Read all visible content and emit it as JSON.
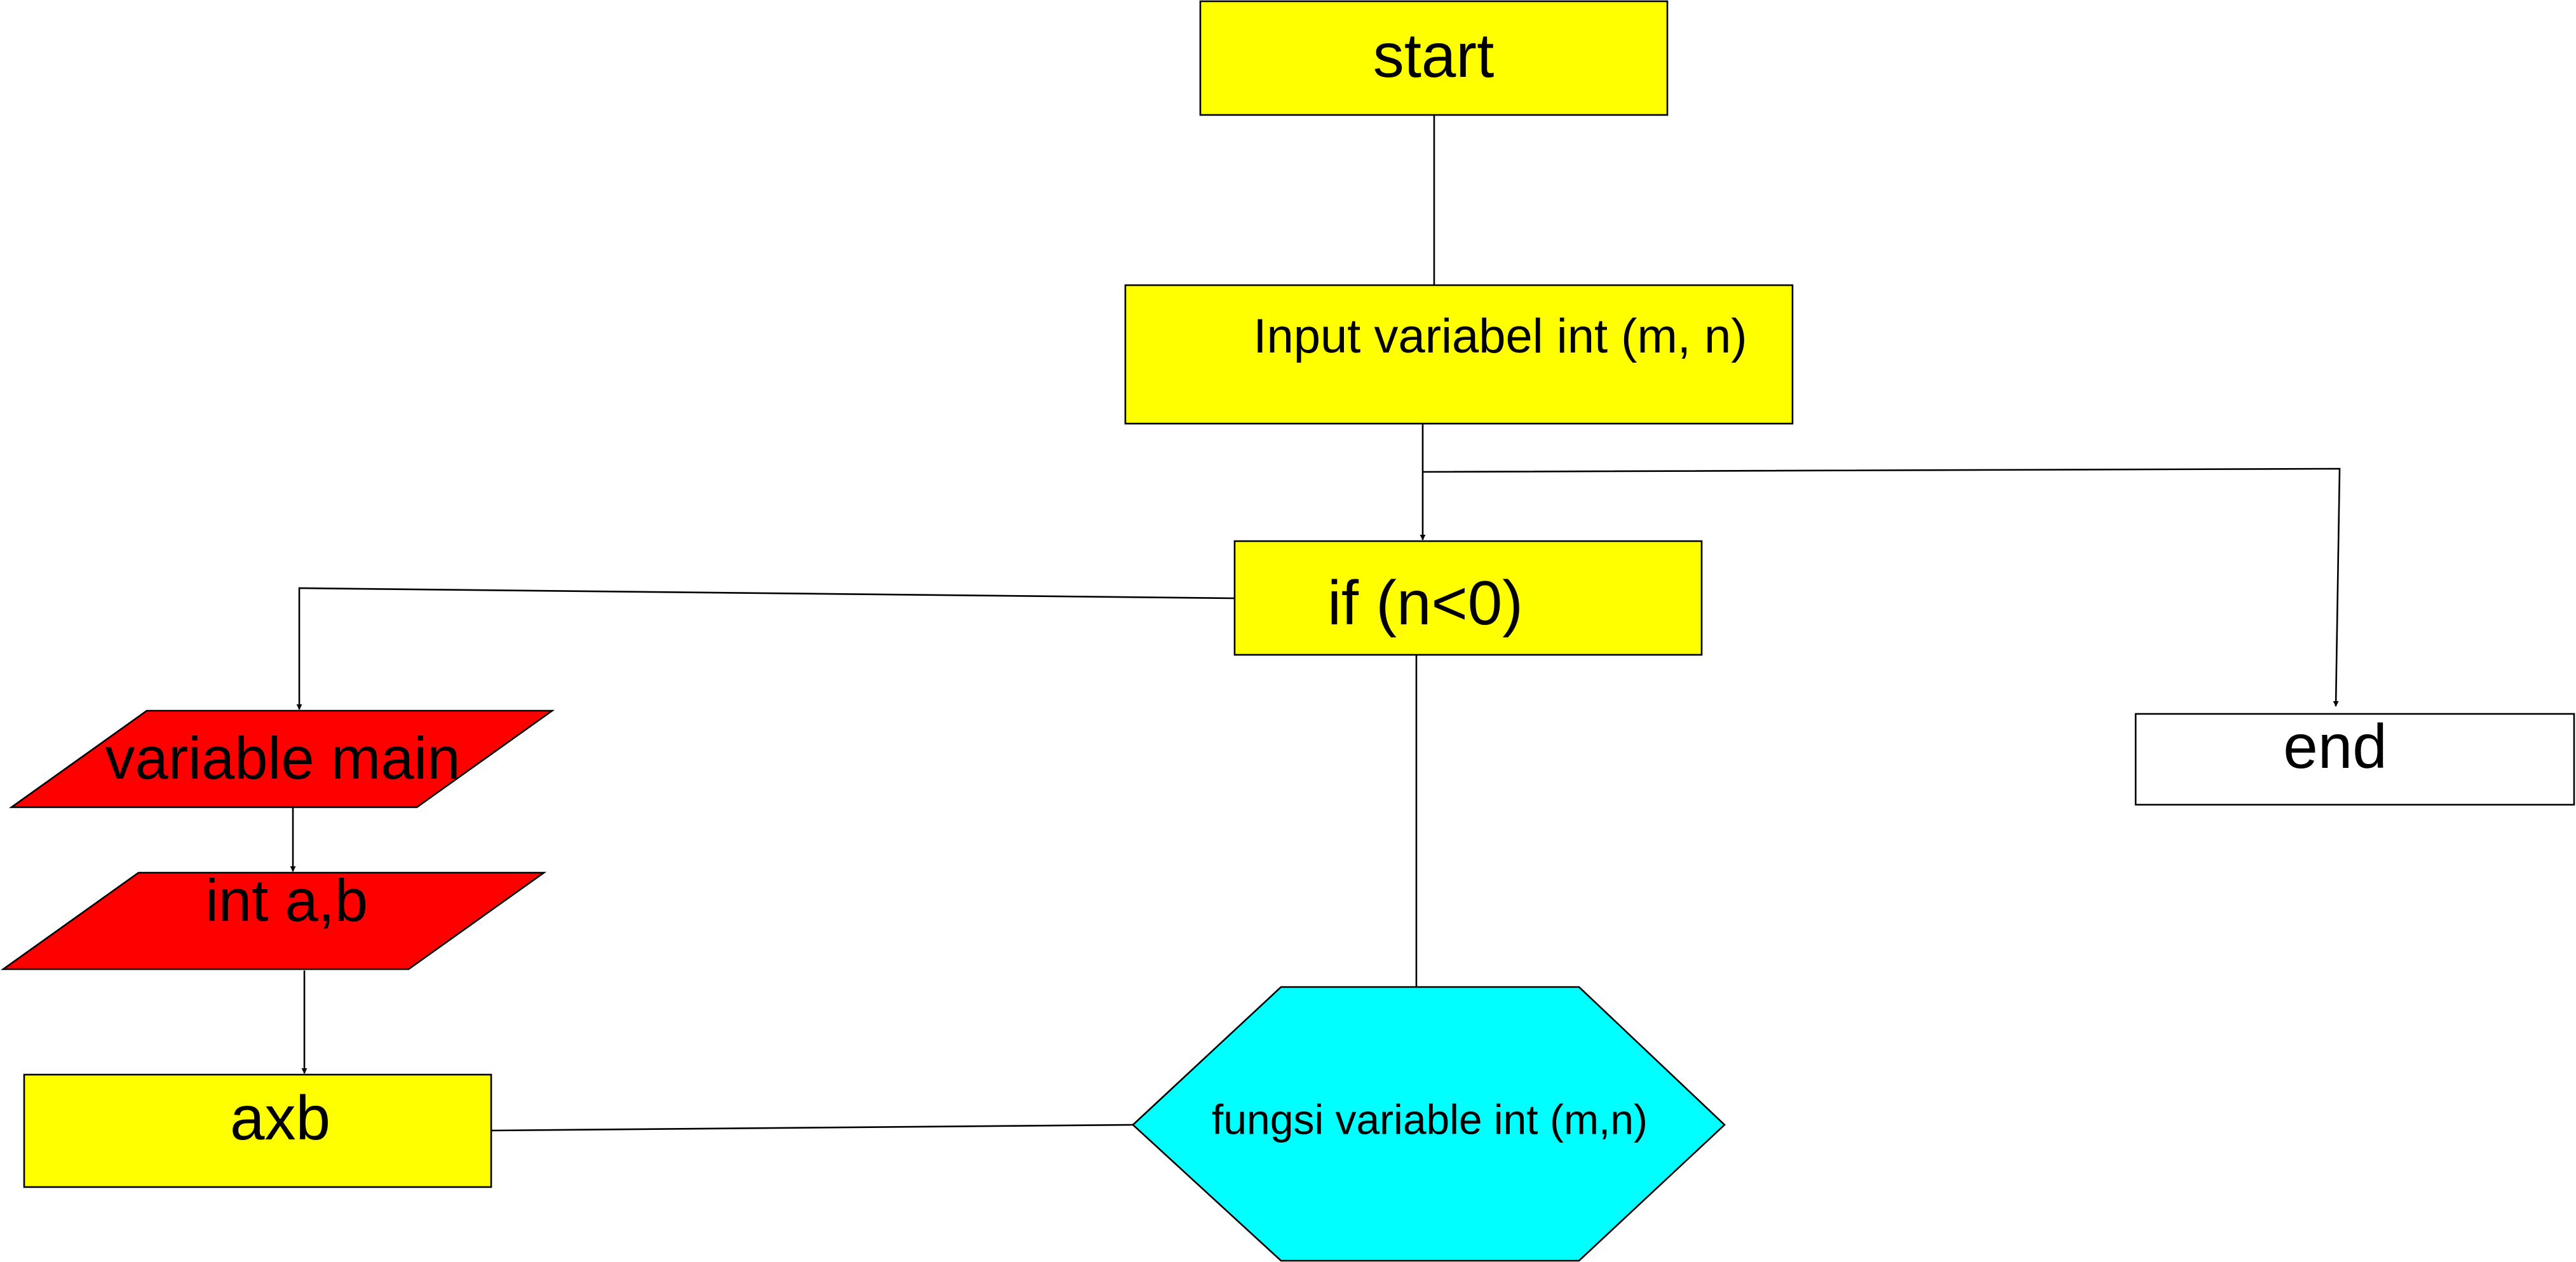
{
  "diagram": {
    "nodes": {
      "start": {
        "label": "start",
        "fill": "#ffff00",
        "text_color": "#000000"
      },
      "input": {
        "label": "Input variabel int (m, n)",
        "fill": "#ffff00",
        "text_color": "#00ffff"
      },
      "condition": {
        "label": "if (n<0)",
        "fill": "#ffff00",
        "text_color": "#000000"
      },
      "end": {
        "label": "end",
        "fill": "#ffffff",
        "text_color": "#000000"
      },
      "variable_main": {
        "label": "variable main",
        "fill": "#ff0000",
        "text_color": "#000000"
      },
      "int_ab": {
        "label": "int a,b",
        "fill": "#ff0000",
        "text_color": "#000000"
      },
      "axb": {
        "label": "axb",
        "fill": "#ffff00",
        "text_color": "#000000"
      },
      "function": {
        "label": "fungsi variable int (m,n)",
        "fill": "#00ffff",
        "text_color": "#000000"
      }
    },
    "edges": [
      {
        "from": "start",
        "to": "input",
        "arrow": true
      },
      {
        "from": "input",
        "to": "condition",
        "arrow": true
      },
      {
        "from": "input",
        "to": "end",
        "arrow": true
      },
      {
        "from": "condition",
        "to": "variable_main",
        "arrow": true
      },
      {
        "from": "variable_main",
        "to": "int_ab",
        "arrow": true
      },
      {
        "from": "int_ab",
        "to": "axb",
        "arrow": true
      },
      {
        "from": "condition",
        "to": "function",
        "arrow": false
      },
      {
        "from": "axb",
        "to": "function",
        "arrow": false
      }
    ]
  }
}
